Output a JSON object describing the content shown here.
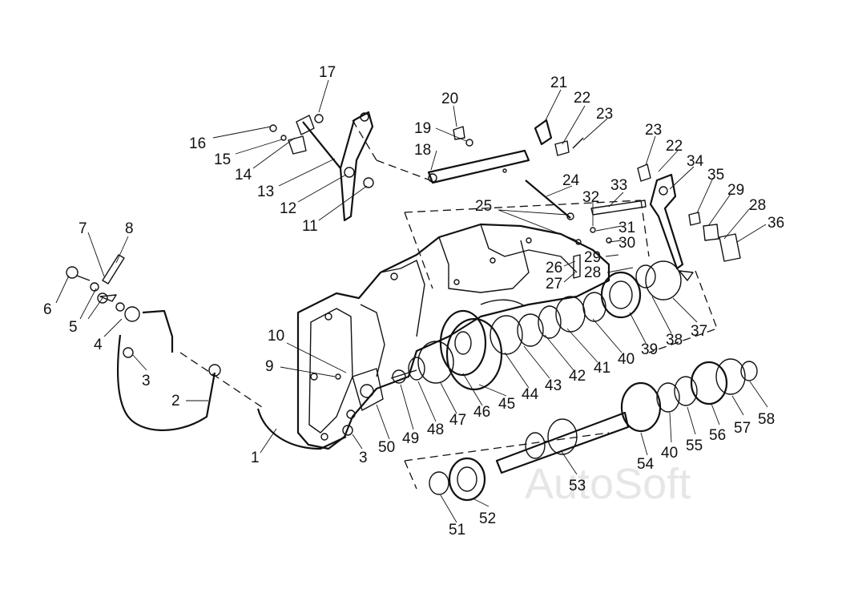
{
  "watermark": "AutoSoft",
  "callouts": [
    "1",
    "2",
    "3",
    "3",
    "4",
    "5",
    "6",
    "7",
    "8",
    "9",
    "10",
    "11",
    "12",
    "13",
    "14",
    "15",
    "16",
    "17",
    "18",
    "19",
    "20",
    "21",
    "22",
    "22",
    "23",
    "23",
    "24",
    "25",
    "26",
    "27",
    "28",
    "28",
    "29",
    "29",
    "30",
    "31",
    "32",
    "33",
    "34",
    "35",
    "36",
    "37",
    "38",
    "39",
    "40",
    "40",
    "41",
    "42",
    "43",
    "44",
    "45",
    "46",
    "47",
    "48",
    "49",
    "50",
    "51",
    "52",
    "53",
    "54",
    "55",
    "56",
    "57",
    "58"
  ]
}
